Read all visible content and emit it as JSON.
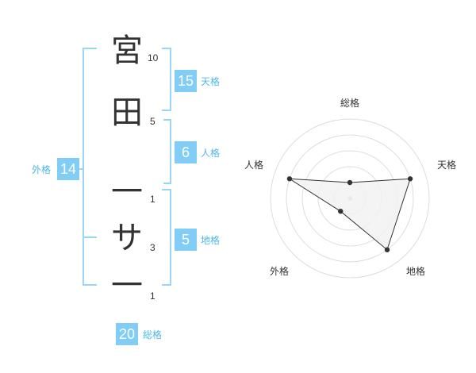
{
  "name_chars": [
    {
      "char": "宮",
      "strokes": "10"
    },
    {
      "char": "田",
      "strokes": "5"
    },
    {
      "char": "一",
      "strokes": "1"
    },
    {
      "char": "サ",
      "strokes": "3"
    },
    {
      "char": "一",
      "strokes": "1"
    }
  ],
  "fortune": {
    "tenkaku": {
      "label": "天格",
      "value": "15"
    },
    "jinkaku": {
      "label": "人格",
      "value": "6"
    },
    "chikaku": {
      "label": "地格",
      "value": "5"
    },
    "gaikaku": {
      "label": "外格",
      "value": "14"
    },
    "soukaku": {
      "label": "総格",
      "value": "20"
    }
  },
  "radar": {
    "axes": [
      "総格",
      "天格",
      "地格",
      "外格",
      "人格"
    ],
    "levels": 5,
    "values": [
      1,
      4,
      4,
      1,
      4
    ],
    "colors": {
      "fill": "#f2f2f2",
      "stroke": "#333333",
      "grid": "#dddddd",
      "center": "#bbbbbb"
    }
  },
  "colors": {
    "accent": "#81cdf5",
    "accent_text": "#4fb7ea",
    "bracket": "#9cd6f7"
  }
}
